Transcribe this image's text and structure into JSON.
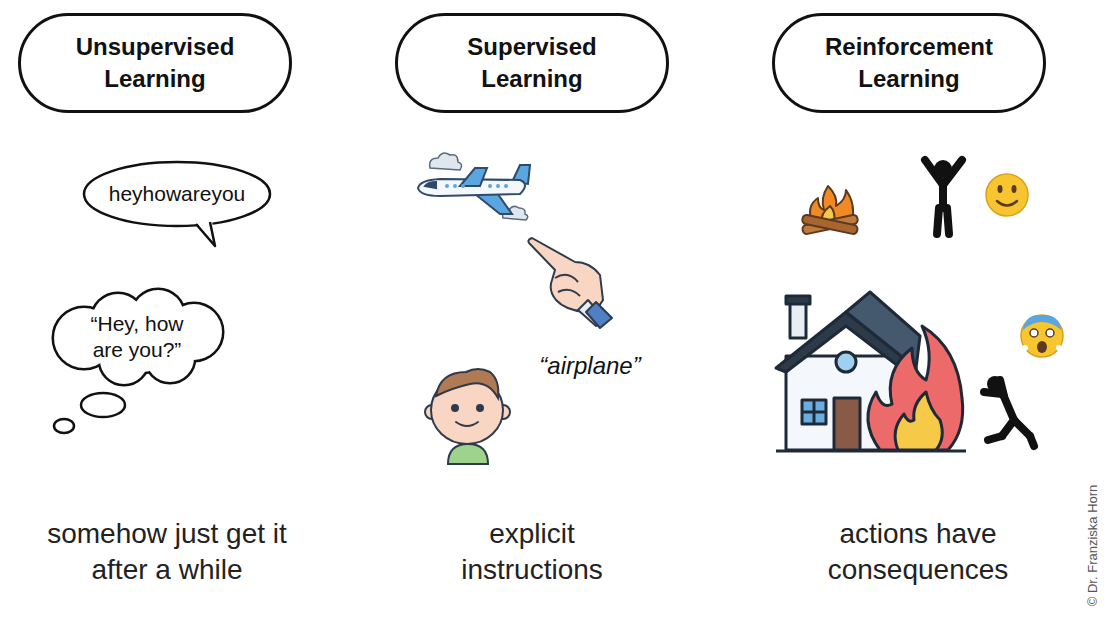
{
  "diagram": {
    "nodes": [
      {
        "text": [
          "Unsupervised Learning"
        ]
      },
      {
        "text": [
          "Supervised Learning"
        ]
      },
      {
        "text": [
          "Reinforcement Learning"
        ]
      },
      {
        "text": [
          "heyhowareyou"
        ]
      },
      {
        "text": [
          "“Hey, how are you?”"
        ]
      }
    ],
    "labels": [
      "“airplane”",
      "somehow just get it after a while",
      "explicit instructions",
      "actions have consequences",
      "© Dr. Franziska Horn"
    ]
  }
}
